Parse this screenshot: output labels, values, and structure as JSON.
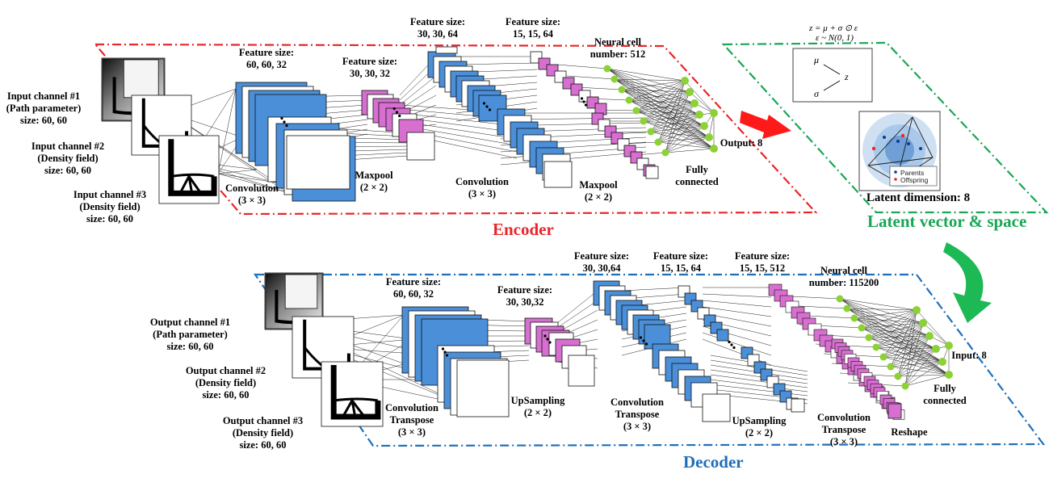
{
  "colors": {
    "encoder": "#e8262b",
    "decoder": "#1f6fb8",
    "latent": "#1aa655",
    "conv_blue": "#4a8fd8",
    "pool_magenta": "#d76fd0",
    "neuron_green": "#8cd136"
  },
  "encoder": {
    "title": "Encoder",
    "inputs": [
      {
        "lines": [
          "Input channel #1",
          "(Path parameter)",
          "size: 60, 60"
        ]
      },
      {
        "lines": [
          "Input channel #2",
          "(Density field)",
          "size: 60, 60"
        ]
      },
      {
        "lines": [
          "Input channel #3",
          "(Density field)",
          "size: 60, 60"
        ]
      }
    ],
    "feature1": [
      "Feature size:",
      "60, 60, 32"
    ],
    "feature2": [
      "Feature size:",
      "30, 30, 32"
    ],
    "feature3": [
      "Feature size:",
      "30, 30, 64"
    ],
    "feature4": [
      "Feature size:",
      "15, 15, 64"
    ],
    "neural": [
      "Neural cell",
      "number: 512"
    ],
    "conv1": [
      "Convolution",
      "(3 × 3)"
    ],
    "pool1": [
      "Maxpool",
      "(2 × 2)"
    ],
    "conv2": [
      "Convolution",
      "(3 × 3)"
    ],
    "pool2": [
      "Maxpool",
      "(2 × 2)"
    ],
    "fc": [
      "Fully",
      "connected"
    ],
    "output": "Output: 8"
  },
  "latent": {
    "title": "Latent vector & space",
    "eq1": "z = μ + σ ⊙ ε",
    "eq2": "ε ~ N(0, 1)",
    "mu": "μ",
    "sigma": "σ",
    "z": "z",
    "legend": [
      "Parents",
      "Offspring"
    ],
    "dimension": "Latent dimension: 8"
  },
  "decoder": {
    "title": "Decoder",
    "outputs": [
      {
        "lines": [
          "Output channel #1",
          "(Path parameter)",
          "size: 60, 60"
        ]
      },
      {
        "lines": [
          "Output channel #2",
          "(Density field)",
          "size: 60, 60"
        ]
      },
      {
        "lines": [
          "Output channel #3",
          "(Density field)",
          "size: 60, 60"
        ]
      }
    ],
    "feature1": [
      "Feature size:",
      "60, 60, 32"
    ],
    "feature2": [
      "Feature size:",
      "30, 30,32"
    ],
    "feature3": [
      "Feature size:",
      "30, 30,64"
    ],
    "feature4": [
      "Feature size:",
      "15, 15, 64"
    ],
    "feature5": [
      "Feature size:",
      "15, 15,  512"
    ],
    "neural": [
      "Neural cell",
      "number: 115200"
    ],
    "convt1": [
      "Convolution",
      "Transpose",
      "(3 × 3)"
    ],
    "up1": [
      "UpSampling",
      "(2 × 2)"
    ],
    "convt2": [
      "Convolution",
      "Transpose",
      "(3 × 3)"
    ],
    "up2": [
      "UpSampling",
      "(2 × 2)"
    ],
    "convt3": [
      "Convolution",
      "Transpose",
      "(3 × 3)"
    ],
    "reshape": "Reshape",
    "fc": [
      "Fully",
      "connected"
    ],
    "input": "Input: 8"
  }
}
